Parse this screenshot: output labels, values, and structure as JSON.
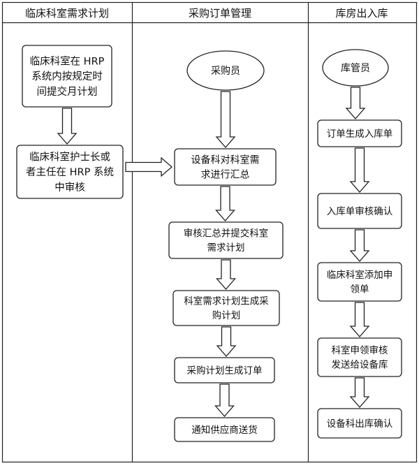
{
  "lanes": [
    {
      "id": "clinical",
      "title": "临床科室需求计划"
    },
    {
      "id": "purchase",
      "title": "采购订单管理"
    },
    {
      "id": "warehouse",
      "title": "库房出入库"
    }
  ],
  "nodes": [
    {
      "id": "n1",
      "lane": "clinical",
      "shape": "rounded-box",
      "lines": [
        "临床科室在 HRP",
        "系统内按规定时",
        "间提交月计划"
      ]
    },
    {
      "id": "n2",
      "lane": "clinical",
      "shape": "rounded-box",
      "lines": [
        "临床科室护士长或",
        "者主任在 HRP 系统",
        "中审核"
      ]
    },
    {
      "id": "p0",
      "lane": "purchase",
      "shape": "ellipse",
      "lines": [
        "采购员"
      ]
    },
    {
      "id": "p1",
      "lane": "purchase",
      "shape": "rounded-box",
      "lines": [
        "设备科对科室需",
        "求进行汇总"
      ]
    },
    {
      "id": "p2",
      "lane": "purchase",
      "shape": "rounded-box",
      "lines": [
        "审核汇总并提交科室",
        "需求计划"
      ]
    },
    {
      "id": "p3",
      "lane": "purchase",
      "shape": "rounded-box",
      "lines": [
        "科室需求计划生成采",
        "购计划"
      ]
    },
    {
      "id": "p4",
      "lane": "purchase",
      "shape": "rounded-box",
      "lines": [
        "采购计划生成订单"
      ]
    },
    {
      "id": "p5",
      "lane": "purchase",
      "shape": "rounded-box",
      "lines": [
        "通知供应商送货"
      ]
    },
    {
      "id": "w0",
      "lane": "warehouse",
      "shape": "ellipse",
      "lines": [
        "库管员"
      ]
    },
    {
      "id": "w1",
      "lane": "warehouse",
      "shape": "rounded-box",
      "lines": [
        "订单生成入库单"
      ]
    },
    {
      "id": "w2",
      "lane": "warehouse",
      "shape": "rounded-box",
      "lines": [
        "入库单审核确认"
      ]
    },
    {
      "id": "w3",
      "lane": "warehouse",
      "shape": "rounded-box",
      "lines": [
        "临床科室添加申",
        "领单"
      ]
    },
    {
      "id": "w4",
      "lane": "warehouse",
      "shape": "rounded-box",
      "lines": [
        "科室申领审核",
        "发送给设备库"
      ]
    },
    {
      "id": "w5",
      "lane": "warehouse",
      "shape": "rounded-box",
      "lines": [
        "设备科出库确认"
      ]
    }
  ],
  "edges": [
    {
      "from": "n1",
      "to": "n2",
      "style": "hollow-arrow"
    },
    {
      "from": "n2",
      "to": "p1",
      "style": "hollow-arrow"
    },
    {
      "from": "p0",
      "to": "p1",
      "style": "hollow-arrow"
    },
    {
      "from": "p1",
      "to": "p2",
      "style": "hollow-arrow"
    },
    {
      "from": "p2",
      "to": "p3",
      "style": "hollow-arrow"
    },
    {
      "from": "p3",
      "to": "p4",
      "style": "hollow-arrow"
    },
    {
      "from": "p4",
      "to": "p5",
      "style": "hollow-arrow"
    },
    {
      "from": "w0",
      "to": "w1",
      "style": "hollow-arrow"
    },
    {
      "from": "w1",
      "to": "w2",
      "style": "hollow-arrow"
    },
    {
      "from": "w2",
      "to": "w3",
      "style": "hollow-arrow"
    },
    {
      "from": "w3",
      "to": "w4",
      "style": "hollow-arrow"
    },
    {
      "from": "w4",
      "to": "w5",
      "style": "hollow-arrow"
    }
  ],
  "colors": {
    "line": "#222222",
    "text": "#111111",
    "fill": "#ffffff"
  }
}
